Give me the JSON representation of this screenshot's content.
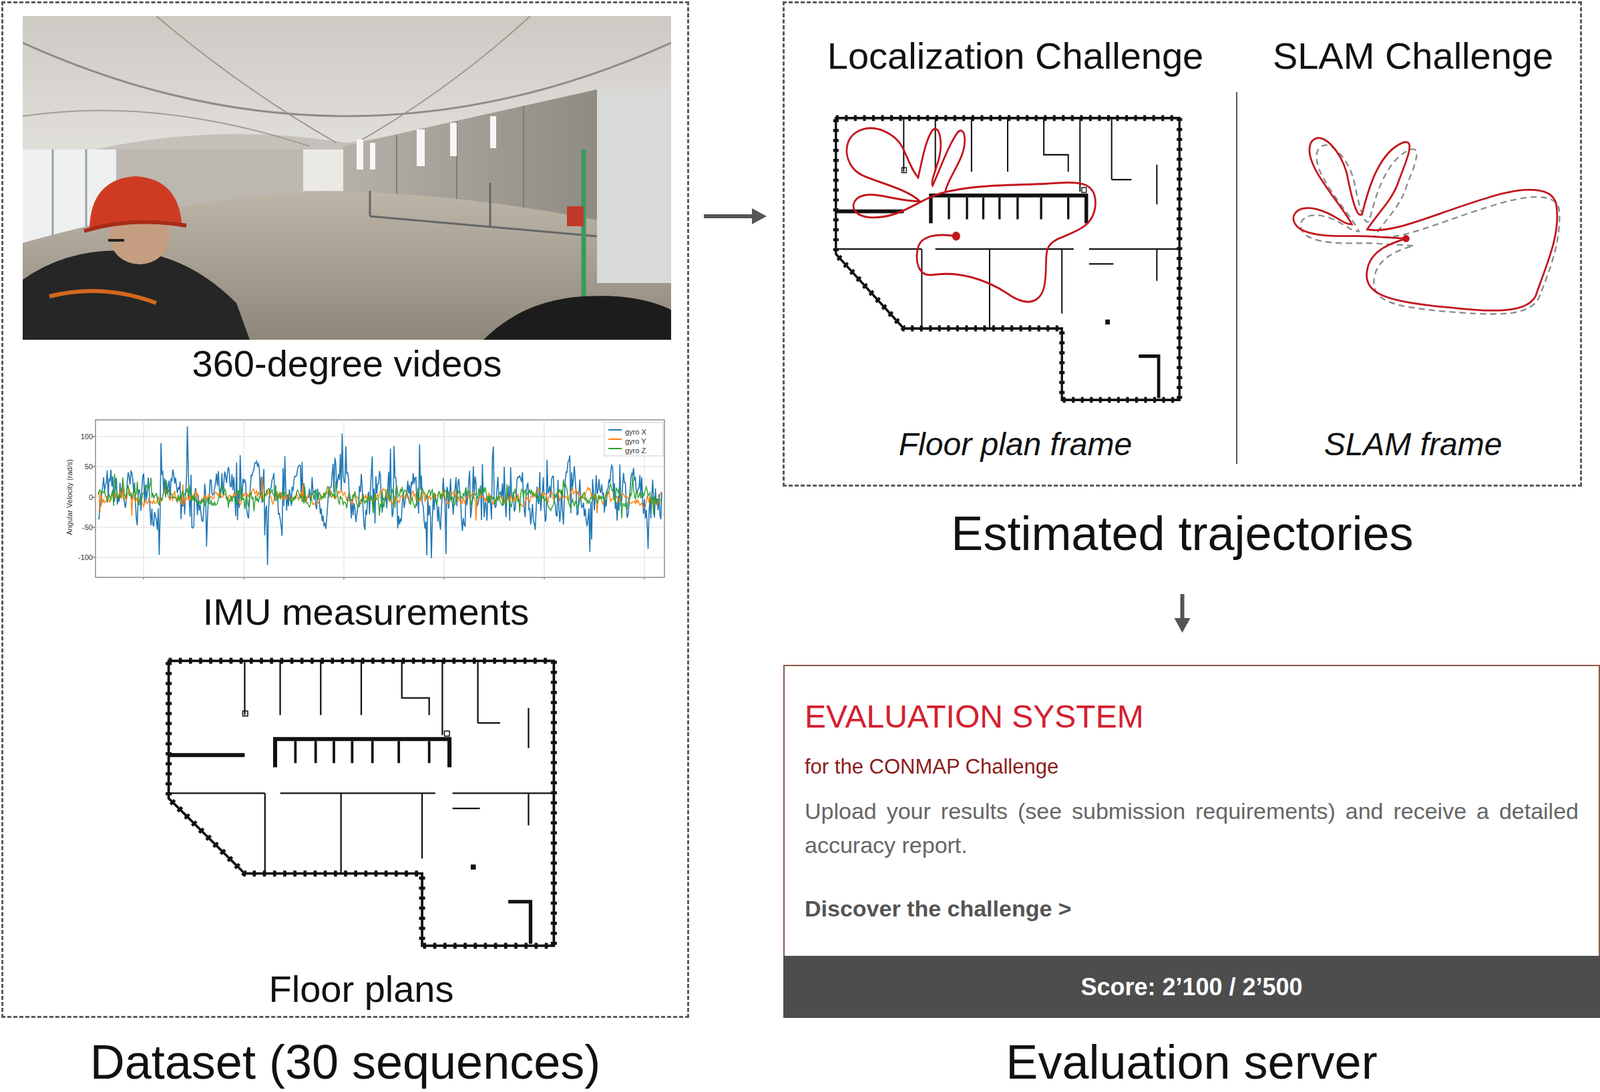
{
  "diagram": {
    "nodes": [
      {
        "text": [
          "Dataset (30 sequences)"
        ]
      },
      {
        "text": [
          "360-degree videos"
        ],
        "in": 0
      },
      {
        "text": [
          "IMU measurements"
        ],
        "in": 0
      },
      {
        "text": [
          "Floor plans"
        ],
        "in": 0
      },
      {
        "text": [
          "Estimated trajectories"
        ]
      },
      {
        "text": [
          "Localization Challenge",
          "Floor plan frame"
        ],
        "in": 4
      },
      {
        "text": [
          "SLAM Challenge",
          "SLAM frame"
        ],
        "in": 4
      },
      {
        "text": [
          "EVALUATION SYSTEM",
          "for the CONMAP Challenge",
          "Upload your results (see submission requirements) and receive a detailed accuracy report.",
          "Discover the challenge >",
          "Evaluation server"
        ]
      },
      {
        "text": [
          "Score: 2’100 / 2’500"
        ],
        "in": 7
      }
    ],
    "edges": [
      {
        "from": 0,
        "to": 4,
        "arrow": "to"
      },
      {
        "from": 4,
        "to": 7,
        "arrow": "to"
      }
    ],
    "labels": [
      "100",
      "50",
      "0",
      "-50",
      "-100",
      "Angular Velocity (rad/s)"
    ],
    "legend": [
      {
        "text": "gyro X"
      },
      {
        "text": "gyro Y"
      },
      {
        "text": "gyro Z"
      }
    ]
  }
}
